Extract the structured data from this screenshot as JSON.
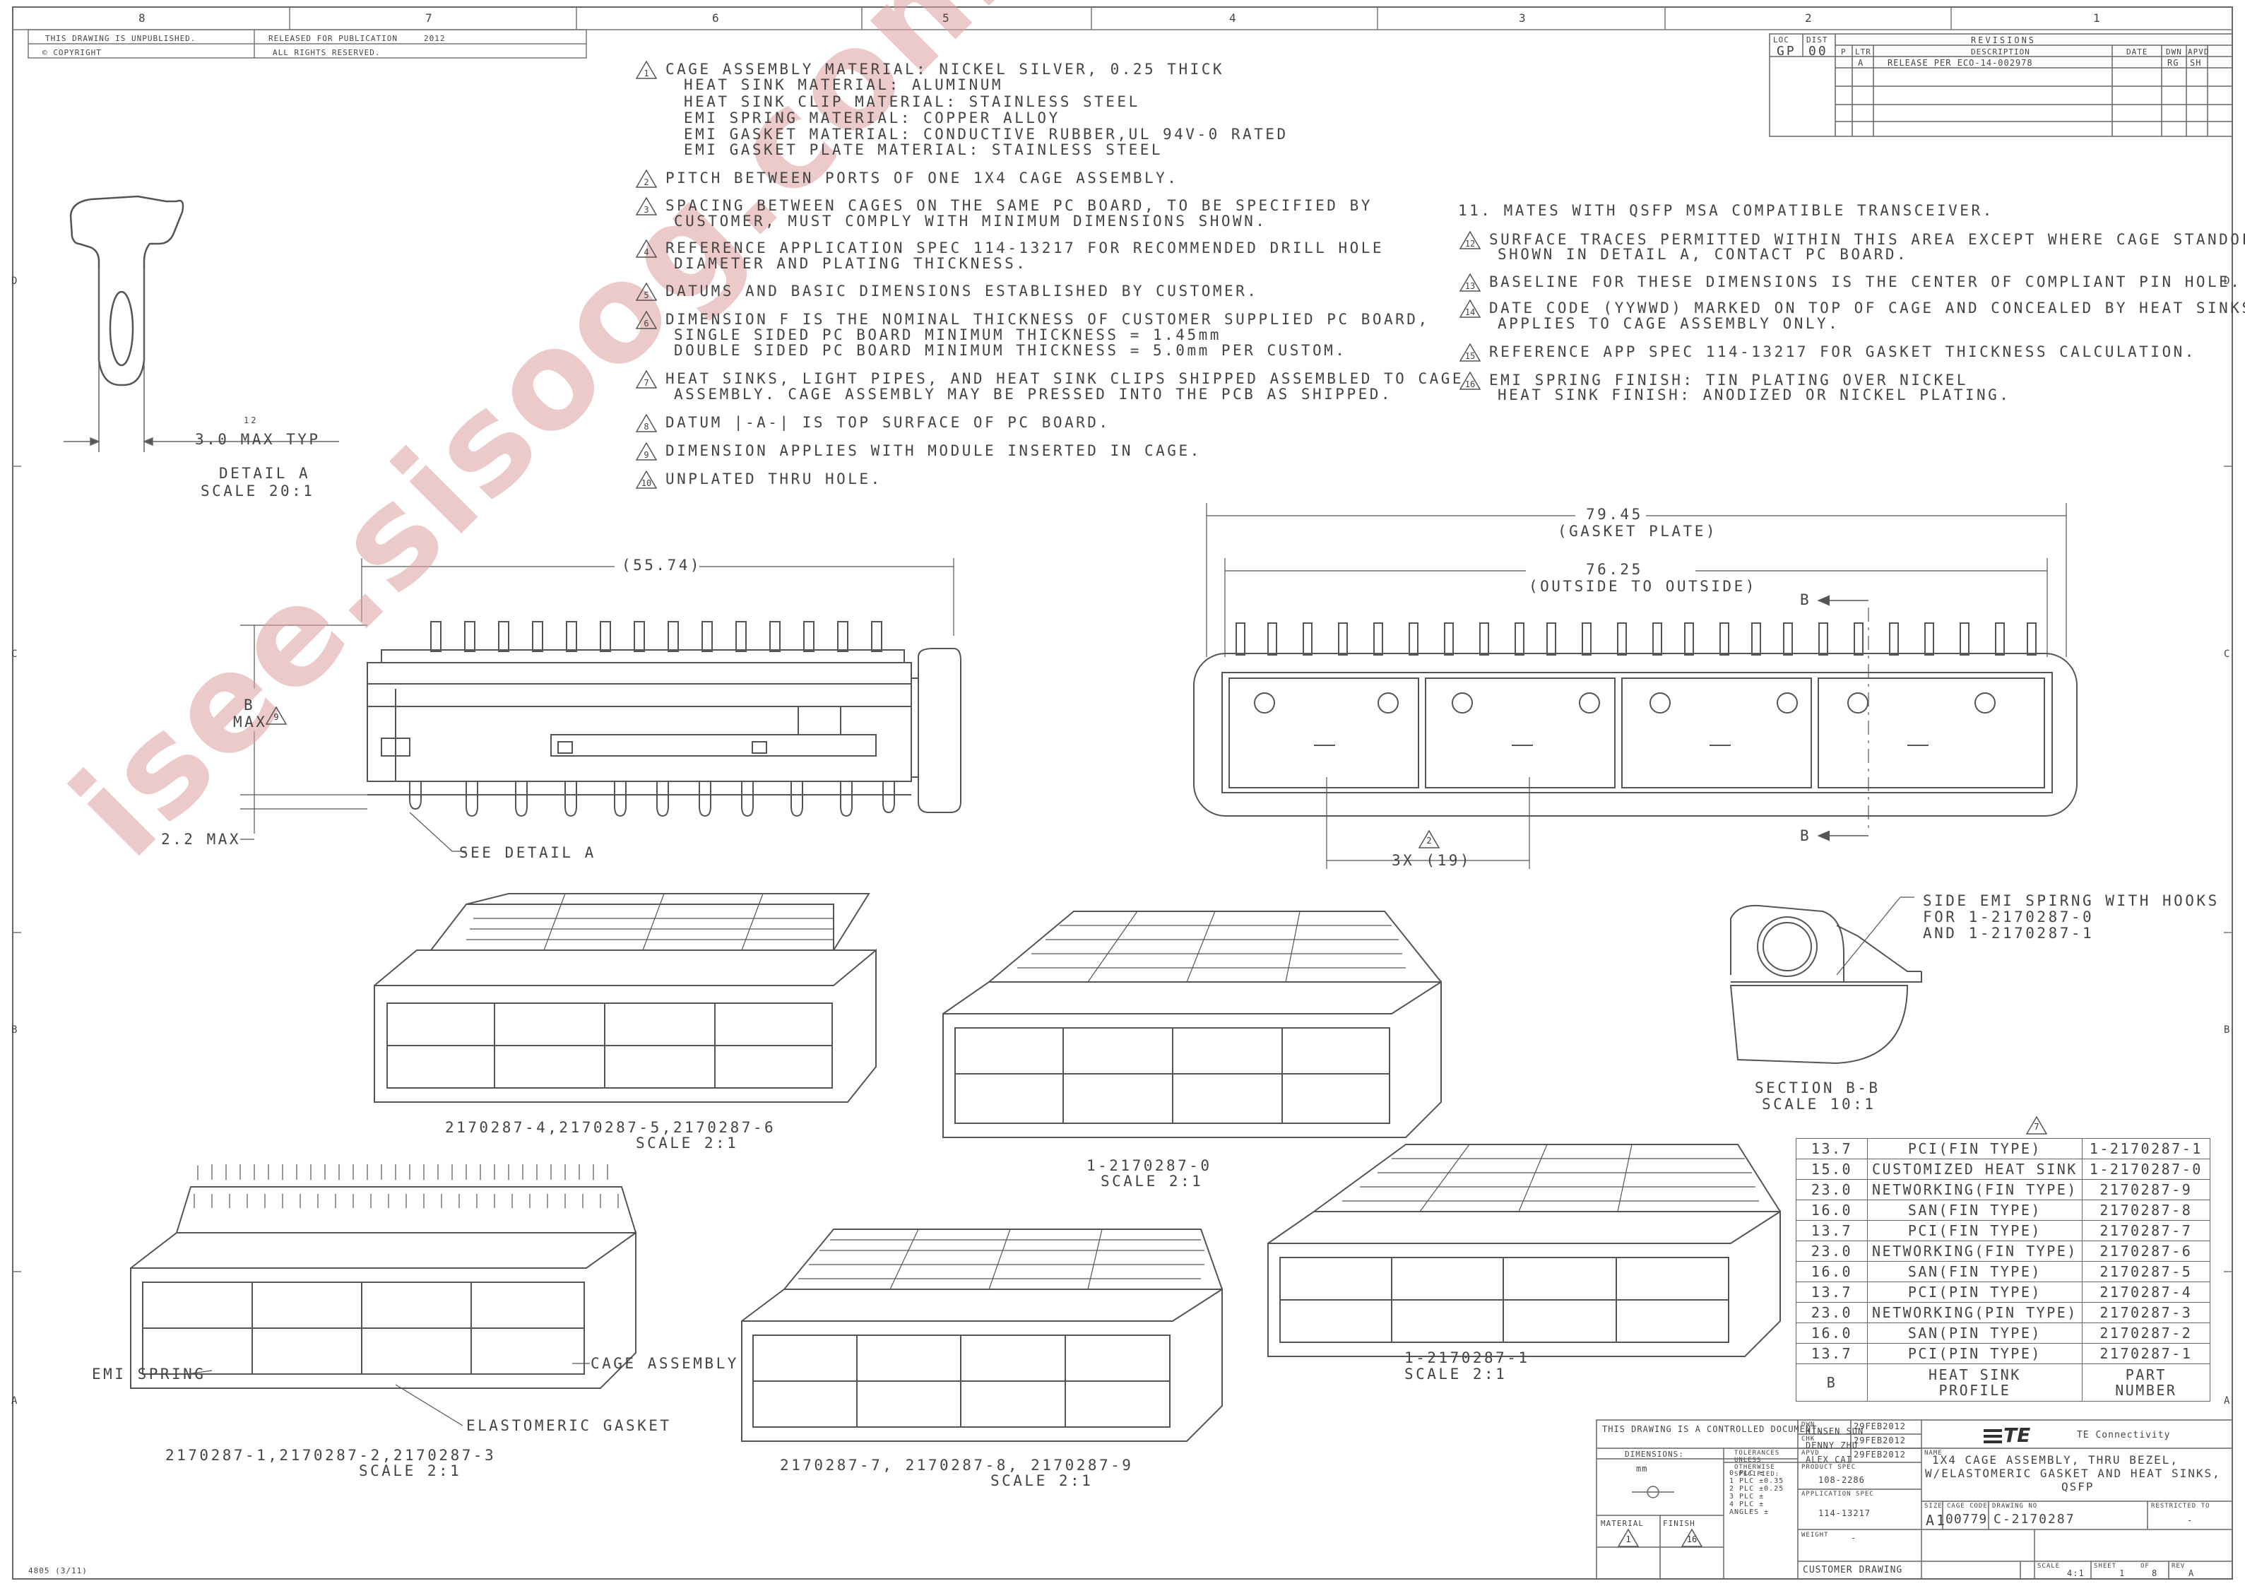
{
  "frame": {
    "top_zones": [
      "8",
      "7",
      "6",
      "5",
      "4",
      "3",
      "2",
      "1"
    ],
    "side_zones": [
      "D",
      "C",
      "B",
      "A"
    ],
    "header_left": [
      "THIS DRAWING IS UNPUBLISHED.",
      "RELEASED FOR PUBLICATION",
      "2012",
      "© COPYRIGHT",
      "ALL RIGHTS RESERVED."
    ],
    "footer_code": "4805 (3/11)"
  },
  "revisions": {
    "loc_label": "LOC",
    "loc": "GP",
    "dist_label": "DIST",
    "dist": "00",
    "title": "REVISIONS",
    "headers": [
      "P",
      "LTR",
      "DESCRIPTION",
      "DATE",
      "DWN",
      "APVD"
    ],
    "row": [
      "",
      "A",
      "RELEASE PER ECO-14-002978",
      "",
      "RG",
      "SH"
    ]
  },
  "notes_left": [
    {
      "mark": "1",
      "lines": [
        "CAGE ASSEMBLY MATERIAL:  NICKEL SILVER, 0.25 THICK",
        "HEAT SINK MATERIAL:    ALUMINUM",
        "HEAT SINK CLIP MATERIAL:  STAINLESS STEEL",
        "EMI SPRING MATERIAL:   COPPER ALLOY",
        "EMI GASKET MATERIAL:   CONDUCTIVE RUBBER,UL 94V-0 RATED",
        "EMI GASKET PLATE MATERIAL: STAINLESS STEEL"
      ]
    },
    {
      "mark": "2",
      "lines": [
        "PITCH BETWEEN PORTS OF ONE 1X4 CAGE ASSEMBLY."
      ]
    },
    {
      "mark": "3",
      "lines": [
        "SPACING BETWEEN CAGES ON THE SAME PC BOARD, TO BE SPECIFIED BY",
        "CUSTOMER, MUST COMPLY WITH MINIMUM DIMENSIONS SHOWN."
      ]
    },
    {
      "mark": "4",
      "lines": [
        "REFERENCE APPLICATION SPEC 114-13217 FOR RECOMMENDED DRILL HOLE",
        "DIAMETER AND PLATING THICKNESS."
      ]
    },
    {
      "mark": "5",
      "lines": [
        "DATUMS AND BASIC DIMENSIONS ESTABLISHED BY CUSTOMER."
      ]
    },
    {
      "mark": "6",
      "lines": [
        "DIMENSION F IS THE NOMINAL THICKNESS OF CUSTOMER SUPPLIED PC BOARD,",
        "    SINGLE SIDED PC BOARD MINIMUM THICKNESS = 1.45mm",
        "    DOUBLE SIDED PC BOARD MINIMUM THICKNESS = 5.0mm PER CUSTOM."
      ]
    },
    {
      "mark": "7",
      "lines": [
        "HEAT SINKS, LIGHT PIPES, AND HEAT SINK CLIPS SHIPPED ASSEMBLED TO CAGE",
        "ASSEMBLY.   CAGE ASSEMBLY MAY BE PRESSED INTO THE PCB AS SHIPPED."
      ]
    },
    {
      "mark": "8",
      "lines": [
        "DATUM |-A-| IS TOP SURFACE OF PC BOARD."
      ]
    },
    {
      "mark": "9",
      "lines": [
        "DIMENSION APPLIES WITH MODULE INSERTED IN CAGE."
      ]
    },
    {
      "mark": "10",
      "lines": [
        "UNPLATED THRU HOLE."
      ]
    }
  ],
  "notes_right": [
    {
      "mark": "",
      "lines": [
        "11. MATES WITH QSFP MSA COMPATIBLE TRANSCEIVER."
      ]
    },
    {
      "mark": "12",
      "lines": [
        "SURFACE TRACES PERMITTED WITHIN THIS AREA EXCEPT WHERE CAGE STANDOFFS,",
        "SHOWN IN DETAIL A, CONTACT PC BOARD."
      ]
    },
    {
      "mark": "13",
      "lines": [
        "BASELINE FOR THESE DIMENSIONS IS THE CENTER OF COMPLIANT PIN HOLE."
      ]
    },
    {
      "mark": "14",
      "lines": [
        "DATE CODE (YYWWD) MARKED ON TOP OF CAGE AND CONCEALED BY HEAT SINKS",
        "APPLIES TO CAGE ASSEMBLY ONLY."
      ]
    },
    {
      "mark": "15",
      "lines": [
        "REFERENCE APP SPEC 114-13217 FOR GASKET THICKNESS CALCULATION."
      ]
    },
    {
      "mark": "16",
      "lines": [
        "EMI SPRING FINISH: TIN PLATING OVER NICKEL",
        "HEAT SINK FINISH:  ANODIZED OR NICKEL PLATING."
      ]
    }
  ],
  "detail_a": {
    "dim": "3.0 MAX TYP",
    "dim_mark": "12",
    "title": "DETAIL  A",
    "scale": "SCALE  20:1"
  },
  "side_view": {
    "width": "(55.74)",
    "height_label_1": "B",
    "height_label_2": "MAX",
    "height_mark": "9",
    "max_label": "2.2 MAX",
    "detail_callout": "SEE DETAIL  A"
  },
  "front_view": {
    "gasket": "79.45",
    "gasket_sub": "(GASKET PLATE)",
    "outside": "76.25",
    "outside_sub": "(OUTSIDE TO OUTSIDE)",
    "pitch_mark": "2",
    "pitch": "3X (19)",
    "section_mark": "B"
  },
  "section_bb": {
    "callout_lines": [
      "SIDE EMI SPIRNG WITH HOOKS",
      "FOR 1-2170287-0",
      "AND 1-2170287-1"
    ],
    "title": "SECTION  B-B",
    "scale": "SCALE  10:1"
  },
  "iso_labels": {
    "a_parts": "2170287-4,2170287-5,2170287-6",
    "a_scale": "SCALE  2:1",
    "b_parts": "1-2170287-0",
    "b_scale": "SCALE  2:1",
    "c_parts": "2170287-1,2170287-2,2170287-3",
    "c_scale": "SCALE  2:1",
    "d_parts": "2170287-7, 2170287-8, 2170287-9",
    "d_scale": "SCALE  2:1",
    "e_parts": "1-2170287-1",
    "e_scale": "SCALE  2:1",
    "emi_spring": "EMI SPRING",
    "cage_assembly": "CAGE ASSEMBLY",
    "gasket": "ELASTOMERIC GASKET"
  },
  "bom": {
    "mark": "7",
    "rows": [
      [
        "13.7",
        "PCI(FIN TYPE)",
        "1-2170287-1"
      ],
      [
        "15.0",
        "CUSTOMIZED HEAT SINK",
        "1-2170287-0"
      ],
      [
        "23.0",
        "NETWORKING(FIN TYPE)",
        "2170287-9"
      ],
      [
        "16.0",
        "SAN(FIN TYPE)",
        "2170287-8"
      ],
      [
        "13.7",
        "PCI(FIN TYPE)",
        "2170287-7"
      ],
      [
        "23.0",
        "NETWORKING(FIN TYPE)",
        "2170287-6"
      ],
      [
        "16.0",
        "SAN(FIN TYPE)",
        "2170287-5"
      ],
      [
        "13.7",
        "PCI(PIN TYPE)",
        "2170287-4"
      ],
      [
        "23.0",
        "NETWORKING(PIN TYPE)",
        "2170287-3"
      ],
      [
        "16.0",
        "SAN(PIN TYPE)",
        "2170287-2"
      ],
      [
        "13.7",
        "PCI(PIN TYPE)",
        "2170287-1"
      ]
    ],
    "header": [
      "B",
      "HEAT SINK\nPROFILE",
      "PART\nNUMBER"
    ]
  },
  "title_block": {
    "controlled": "THIS DRAWING IS A CONTROLLED DOCUMENT.",
    "dimensions_label": "DIMENSIONS:",
    "units": "mm",
    "tolerances_label": "TOLERANCES UNLESS OTHERWISE SPECIFIED:",
    "tolerances": [
      "0 PLC  ±",
      "1 PLC  ±0.35",
      "2 PLC  ±0.25",
      "3 PLC  ±",
      "4 PLC  ±",
      "ANGLES  ±"
    ],
    "material_label": "MATERIAL",
    "material_mark": "1",
    "finish_label": "FINISH",
    "finish_mark": "16",
    "dwn_label": "DWN",
    "dwn": "KINSEN SUN",
    "dwn_date": "29FEB2012",
    "chk_label": "CHK",
    "chk": "DENNY ZHU",
    "chk_date": "29FEB2012",
    "apvd_label": "APVD",
    "apvd": "ALEX CAI",
    "apvd_date": "29FEB2012",
    "product_spec_label": "PRODUCT SPEC",
    "product_spec": "108-2286",
    "app_spec_label": "APPLICATION SPEC",
    "app_spec": "114-13217",
    "weight_label": "WEIGHT",
    "weight": "-",
    "company": "TE Connectivity",
    "logo": "TE",
    "name_label": "NAME",
    "name_lines": [
      "1X4 CAGE ASSEMBLY, THRU BEZEL,",
      "W/ELASTOMERIC GASKET AND HEAT SINKS,",
      "QSFP"
    ],
    "size_label": "SIZE",
    "size": "A1",
    "cage_code_label": "CAGE CODE",
    "cage_code": "00779",
    "drawing_no_label": "DRAWING NO",
    "drawing_no": "C-2170287",
    "restricted_label": "RESTRICTED TO",
    "restricted": "-",
    "customer_drawing": "CUSTOMER DRAWING",
    "scale_label": "SCALE",
    "scale": "4:1",
    "sheet_label": "SHEET",
    "sheet": "1",
    "of_label": "OF",
    "of": "8",
    "rev_label": "REV",
    "rev": "A"
  },
  "watermark": "isee.sisoog.com"
}
